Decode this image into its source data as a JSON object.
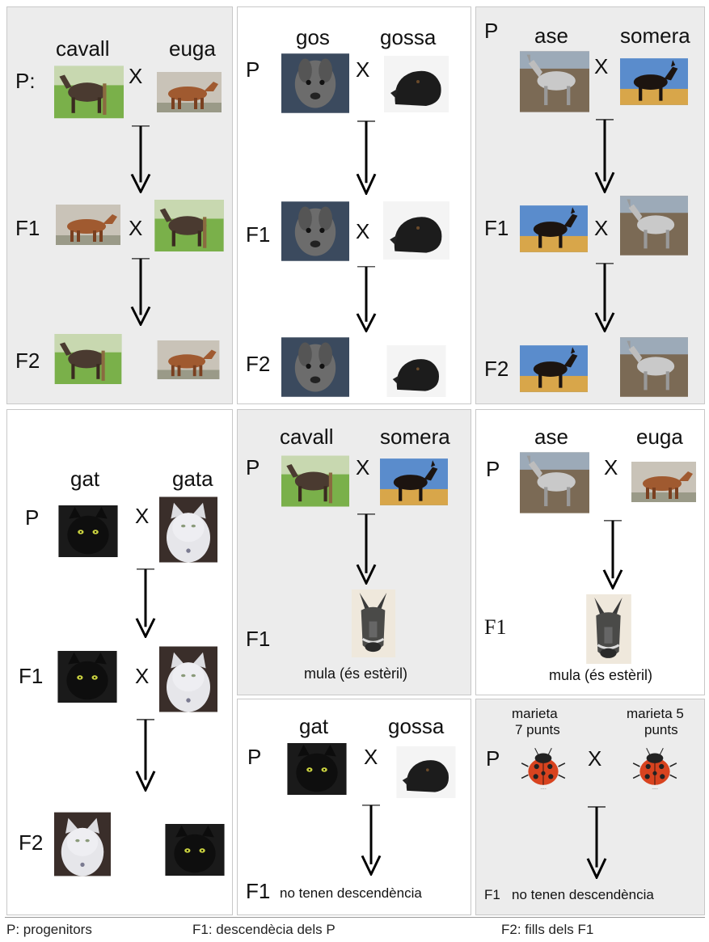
{
  "panels": {
    "horse": {
      "p_label": "P:",
      "f1_label": "F1",
      "f2_label": "F2",
      "male": "cavall",
      "female": "euga",
      "cross": "X"
    },
    "dog": {
      "p_label": "P",
      "f1_label": "F1",
      "f2_label": "F2",
      "male": "gos",
      "female": "gossa",
      "cross": "X"
    },
    "donkey": {
      "p_label": "P",
      "f1_label": "F1",
      "f2_label": "F2",
      "male": "ase",
      "female": "somera",
      "cross": "X"
    },
    "cat": {
      "p_label": "P",
      "f1_label": "F1",
      "f2_label": "F2",
      "male": "gat",
      "female": "gata",
      "cross": "X"
    },
    "mule1": {
      "p_label": "P",
      "f1_label": "F1",
      "male": "cavall",
      "female": "somera",
      "cross": "X",
      "result": "mula (és estèril)"
    },
    "mule2": {
      "p_label": "P",
      "f1_label": "F1",
      "male": "ase",
      "female": "euga",
      "cross": "X",
      "result": "mula (és estèril)"
    },
    "catdog": {
      "p_label": "P",
      "f1_label": "F1",
      "male": "gat",
      "female": "gossa",
      "cross": "X",
      "result": "no tenen descendència"
    },
    "ladybug": {
      "p_label": "P",
      "f1_label": "F1",
      "male": "marieta\n7 punts",
      "male_line1": "marieta",
      "male_line2": "7 punts",
      "female_line1": "marieta 5",
      "female_line2": "punts",
      "cross": "X",
      "result": "no tenen descendència"
    }
  },
  "legend": {
    "p": "P: progenitors",
    "f1": "F1: descendècia dels P",
    "f2": "F2: fills dels F1"
  },
  "colors": {
    "panel_gray": "#ececec",
    "panel_border": "#c8c8c8"
  }
}
